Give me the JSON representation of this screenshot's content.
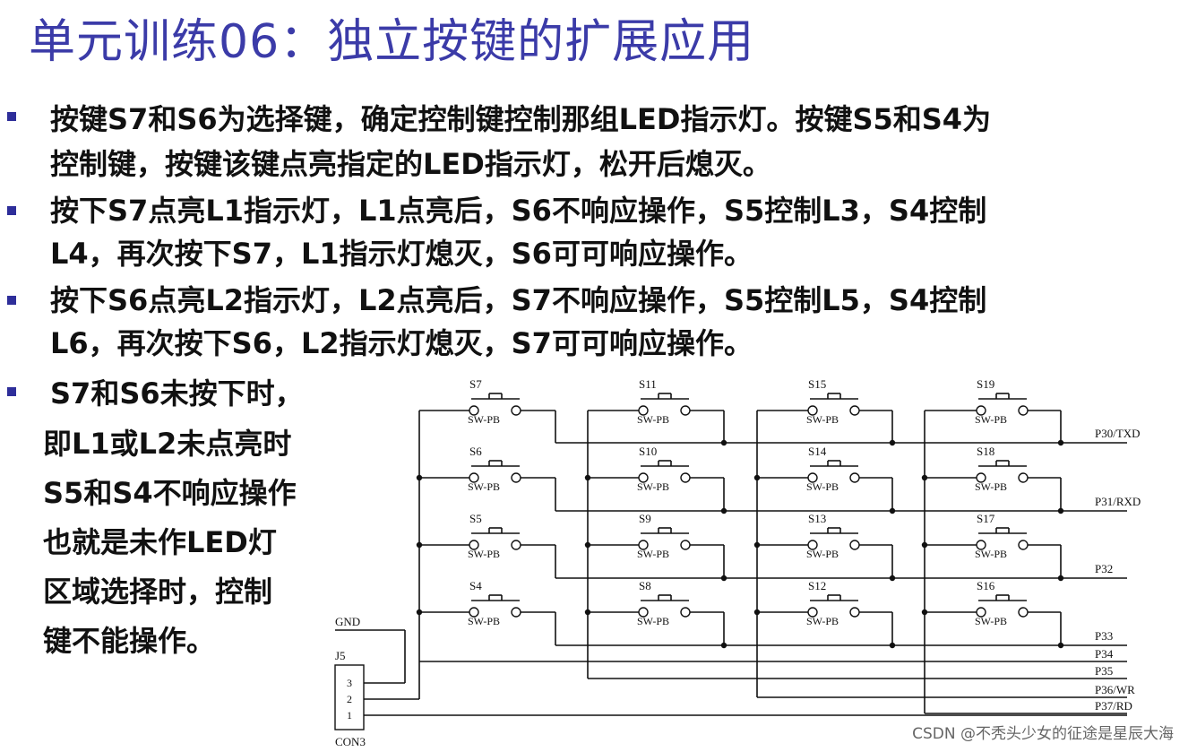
{
  "slide": {
    "title": "单元训练06：独立按键的扩展应用",
    "bullets": [
      {
        "lines": [
          "按键S7和S6为选择键，确定控制键控制那组LED指示灯。按键S5和S4为",
          "控制键，按键该键点亮指定的LED指示灯，松开后熄灭。"
        ]
      },
      {
        "lines": [
          "按下S7点亮L1指示灯，L1点亮后，S6不响应操作，S5控制L3，S4控制",
          "L4，再次按下S7，L1指示灯熄灭，S6可可响应操作。"
        ]
      },
      {
        "lines": [
          "按下S6点亮L2指示灯，L2点亮后，S7不响应操作，S5控制L5，S4控制",
          "L6，再次按下S6，L2指示灯熄灭，S7可可响应操作。"
        ]
      },
      {
        "lines": [
          "S7和S6未按下时，",
          "即L1或L2未点亮时",
          "S5和S4不响应操作",
          "也就是未作LED灯",
          "区域选择时，控制",
          "键不能操作。"
        ]
      }
    ]
  },
  "schematic": {
    "switch_grid": [
      [
        "S7",
        "S11",
        "S15",
        "S19"
      ],
      [
        "S6",
        "S10",
        "S14",
        "S18"
      ],
      [
        "S5",
        "S9",
        "S13",
        "S17"
      ],
      [
        "S4",
        "S8",
        "S12",
        "S16"
      ]
    ],
    "switch_type": "SW-PB",
    "row_nets": [
      "P30/TXD",
      "P31/RXD",
      "P32",
      "P33"
    ],
    "col_nets": [
      "P34",
      "P35",
      "P36/WR",
      "P37/RD"
    ],
    "gnd_label": "GND",
    "connector_ref": "J5",
    "connector_pins": [
      "3",
      "2",
      "1"
    ],
    "connector_part": "CON3"
  },
  "watermark": "CSDN @不秃头少女的征途是星辰大海",
  "colors": {
    "title": "#3b3ba8",
    "bullet": "#2e2e9a",
    "text": "#111111"
  }
}
